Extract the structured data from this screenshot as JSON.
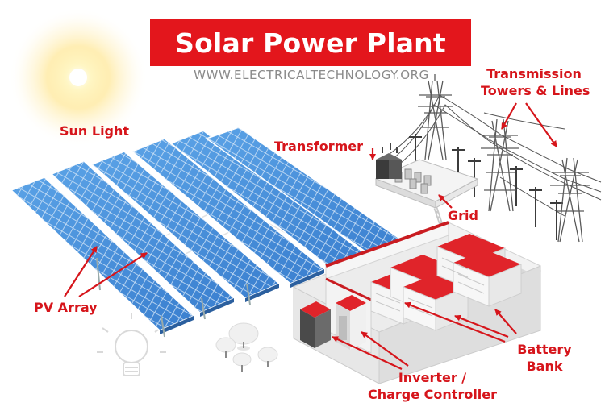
{
  "title": "Solar Power Plant",
  "website": "WWW.ELECTRICALTECHNOLOGY.ORG",
  "labels": {
    "sun_light": "Sun Light",
    "transformer": "Transformer",
    "transmission_line1": "Transmission",
    "transmission_line2": "Towers & Lines",
    "grid": "Grid",
    "pv_array": "PV Array",
    "battery_line1": "Battery",
    "battery_line2": "Bank",
    "inverter_line1": "Inverter /",
    "inverter_line2": "Charge Controller"
  },
  "icons": [
    "sun-icon",
    "solar-panel-icon",
    "transmission-tower-icon",
    "transformer-icon",
    "battery-rack-icon",
    "inverter-icon",
    "tree-icon",
    "lightbulb-icon",
    "arrow-icon"
  ],
  "colors": {
    "accent": "#e3161c",
    "label": "#d6151b",
    "panel": "#4e93d8",
    "panel_dark": "#2f6fb8",
    "battery_top": "#e0242a",
    "sun": "#ffe27a"
  }
}
